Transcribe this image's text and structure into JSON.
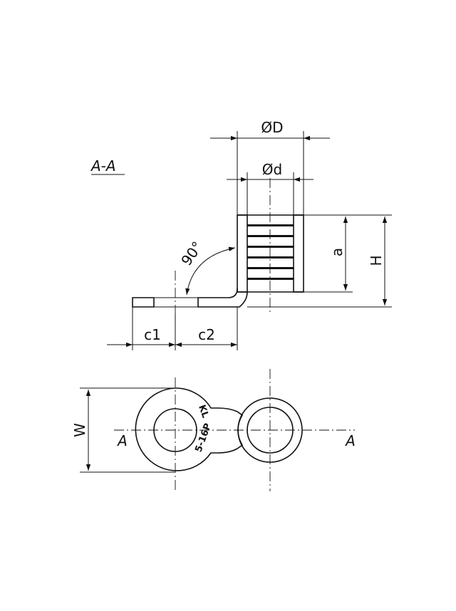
{
  "section_label": "A-A",
  "dims": {
    "outer_diameter": "ØD",
    "inner_diameter": "Ød",
    "barrel_length": "a",
    "height": "H",
    "c1": "c1",
    "c2": "c2",
    "width": "W",
    "angle": "90°"
  },
  "cut_marks": {
    "left": "A",
    "right": "A"
  },
  "stamp": {
    "logo": "KL",
    "text": "5-16P"
  }
}
